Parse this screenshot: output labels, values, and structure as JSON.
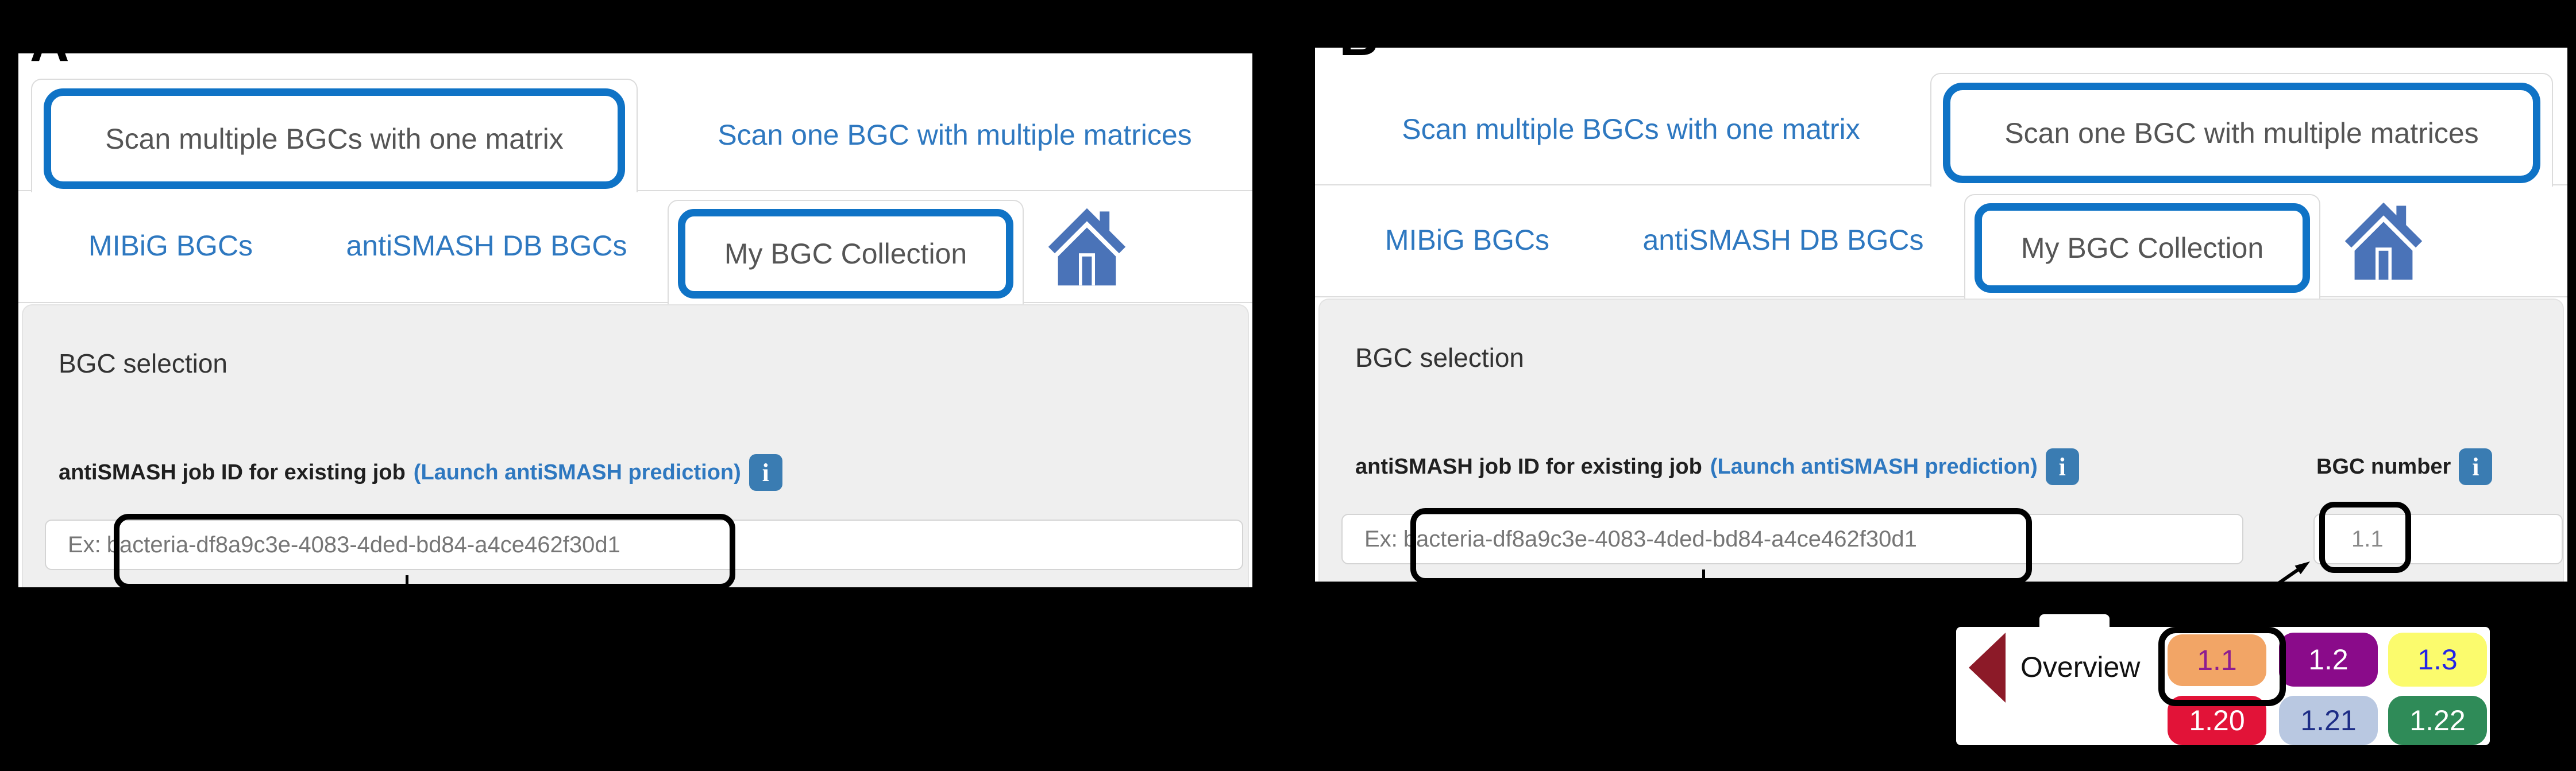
{
  "colors": {
    "pageBg": "#000000",
    "panelBg": "#ffffff",
    "contentBg": "#efefef",
    "borderGray": "#dcdcdc",
    "linkBlue": "#2e78c0",
    "activeTabText": "#555555",
    "headingText": "#333333",
    "labelText": "#1f1f1f",
    "placeholderText": "#767676",
    "annotationBlue": "#0f73c6",
    "annotationBlack": "#000000",
    "infoIconBlue": "#3a7cb2",
    "homeIconBlue": "#4a73b8",
    "sidebarArrowMaroon": "#8c1a28"
  },
  "panelA": {
    "label": "A",
    "tabs1": {
      "active": "Scan multiple BGCs with one matrix",
      "link": "Scan one BGC with multiple matrices"
    },
    "tabs2": {
      "link1": "MIBiG BGCs",
      "link2": "antiSMASH DB BGCs",
      "active": "My BGC Collection"
    },
    "content": {
      "heading": "BGC selection",
      "jobIdLabel": "antiSMASH job ID for existing job",
      "launchLink": "(Launch antiSMASH prediction)",
      "infoIcon": "i",
      "placeholderPrefix": "Ex:",
      "placeholderId": "bacteria-df8a9c3e-4083-4ded-bd84-a4ce462f30d1"
    }
  },
  "panelB": {
    "label": "B",
    "tabs1": {
      "link": "Scan multiple BGCs with one matrix",
      "active": "Scan one BGC with multiple matrices"
    },
    "tabs2": {
      "link1": "MIBiG BGCs",
      "link2": "antiSMASH DB BGCs",
      "active": "My BGC Collection"
    },
    "content": {
      "heading": "BGC selection",
      "jobIdLabel": "antiSMASH job ID for existing job",
      "launchLink": "(Launch antiSMASH prediction)",
      "infoIcon": "i",
      "placeholderPrefix": "Ex:",
      "placeholderId": "bacteria-df8a9c3e-4083-4ded-bd84-a4ce462f30d1",
      "bgcNumberLabel": "BGC number",
      "bgcNumberInfoIcon": "i",
      "bgcNumberValue": "1.1"
    }
  },
  "overlay": {
    "backLabel": "Overview",
    "badges": [
      {
        "label": "1.1",
        "bg": "#f2a566",
        "fg": "#8e1d90",
        "highlighted": true
      },
      {
        "label": "1.2",
        "bg": "#8a0b8a",
        "fg": "#ffffff",
        "highlighted": false
      },
      {
        "label": "1.3",
        "bg": "#fbfb6d",
        "fg": "#2424e8",
        "highlighted": false
      },
      {
        "label": "1.20",
        "bg": "#e21338",
        "fg": "#ffffff",
        "highlighted": false
      },
      {
        "label": "1.21",
        "bg": "#b9c8e1",
        "fg": "#1d2d86",
        "highlighted": false
      },
      {
        "label": "1.22",
        "bg": "#2f8b58",
        "fg": "#ffffff",
        "highlighted": false
      }
    ]
  }
}
